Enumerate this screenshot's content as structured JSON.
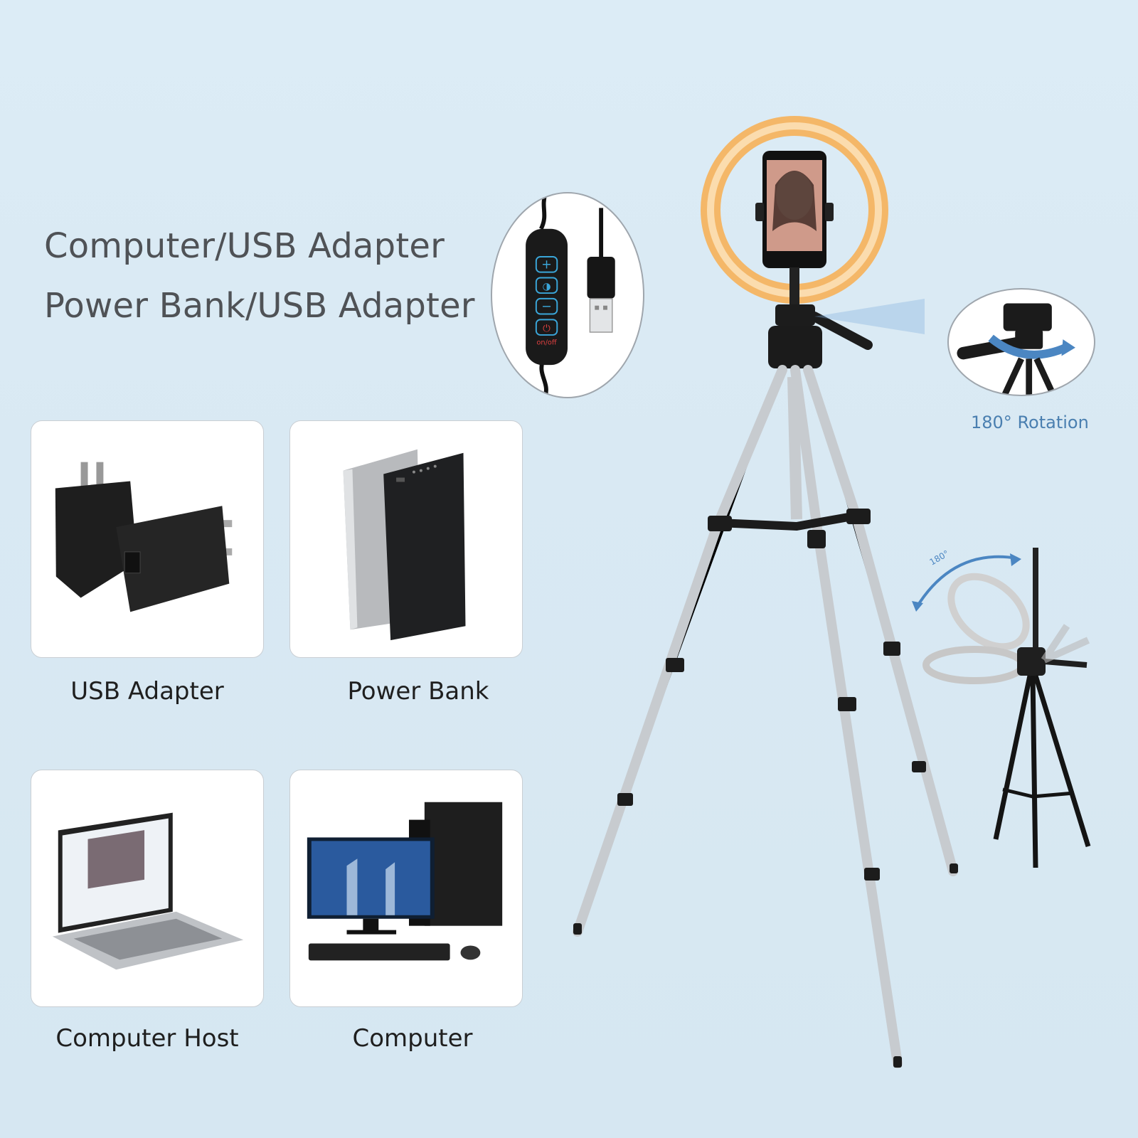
{
  "headline": {
    "line1": "Computer/USB Adapter",
    "line2": "Power Bank/USB Adapter"
  },
  "cards": [
    {
      "caption": "USB Adapter",
      "icon": "usb-adapter-icon"
    },
    {
      "caption": "Power Bank",
      "icon": "power-bank-icon"
    },
    {
      "caption": "Computer Host",
      "icon": "laptop-icon"
    },
    {
      "caption": "Computer",
      "icon": "desktop-computer-icon"
    }
  ],
  "controller": {
    "buttons": [
      "+",
      "◑",
      "−",
      "⏻"
    ],
    "power_text": "on/off"
  },
  "rotation": {
    "label": "180° Rotation",
    "angle_text": "180°"
  },
  "colors": {
    "background": "#d9e9f3",
    "ring_light": "#f7c98a",
    "accent_blue": "#4a7fb0",
    "text_dark": "#4f5256"
  }
}
